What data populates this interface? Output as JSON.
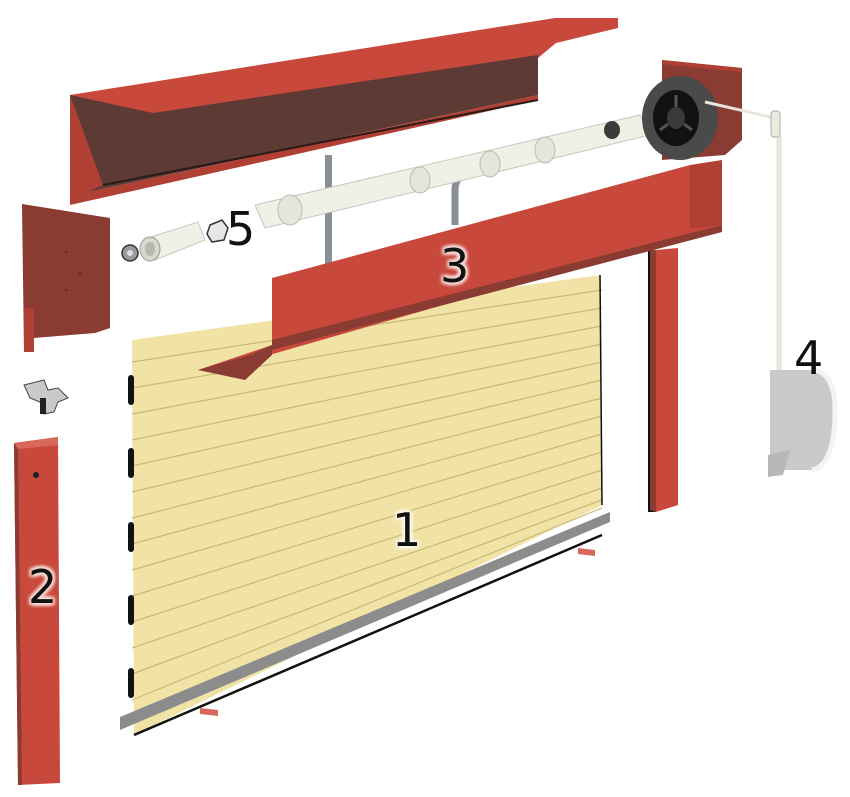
{
  "diagram": {
    "type": "exploded-view",
    "subject": "roller shutter assembly",
    "colors": {
      "frame_red": "#c8493c",
      "frame_red_dark": "#8a3b32",
      "frame_shadow": "#5e3a35",
      "curtain_cream": "#f1e3a5",
      "curtain_line": "#c9b877",
      "axle_white": "#f1f0e6",
      "pulley_dark": "#4a4a4a",
      "bottom_bar_gray": "#8c8c8c",
      "cord_handle_gray": "#c9c9c9"
    },
    "callouts": [
      {
        "number": "1",
        "part": "curtain slats"
      },
      {
        "number": "2",
        "part": "side guide rail"
      },
      {
        "number": "3",
        "part": "front box cover"
      },
      {
        "number": "4",
        "part": "cord / strap with wall handle"
      },
      {
        "number": "5",
        "part": "winding shaft with plug and bearing"
      }
    ]
  }
}
